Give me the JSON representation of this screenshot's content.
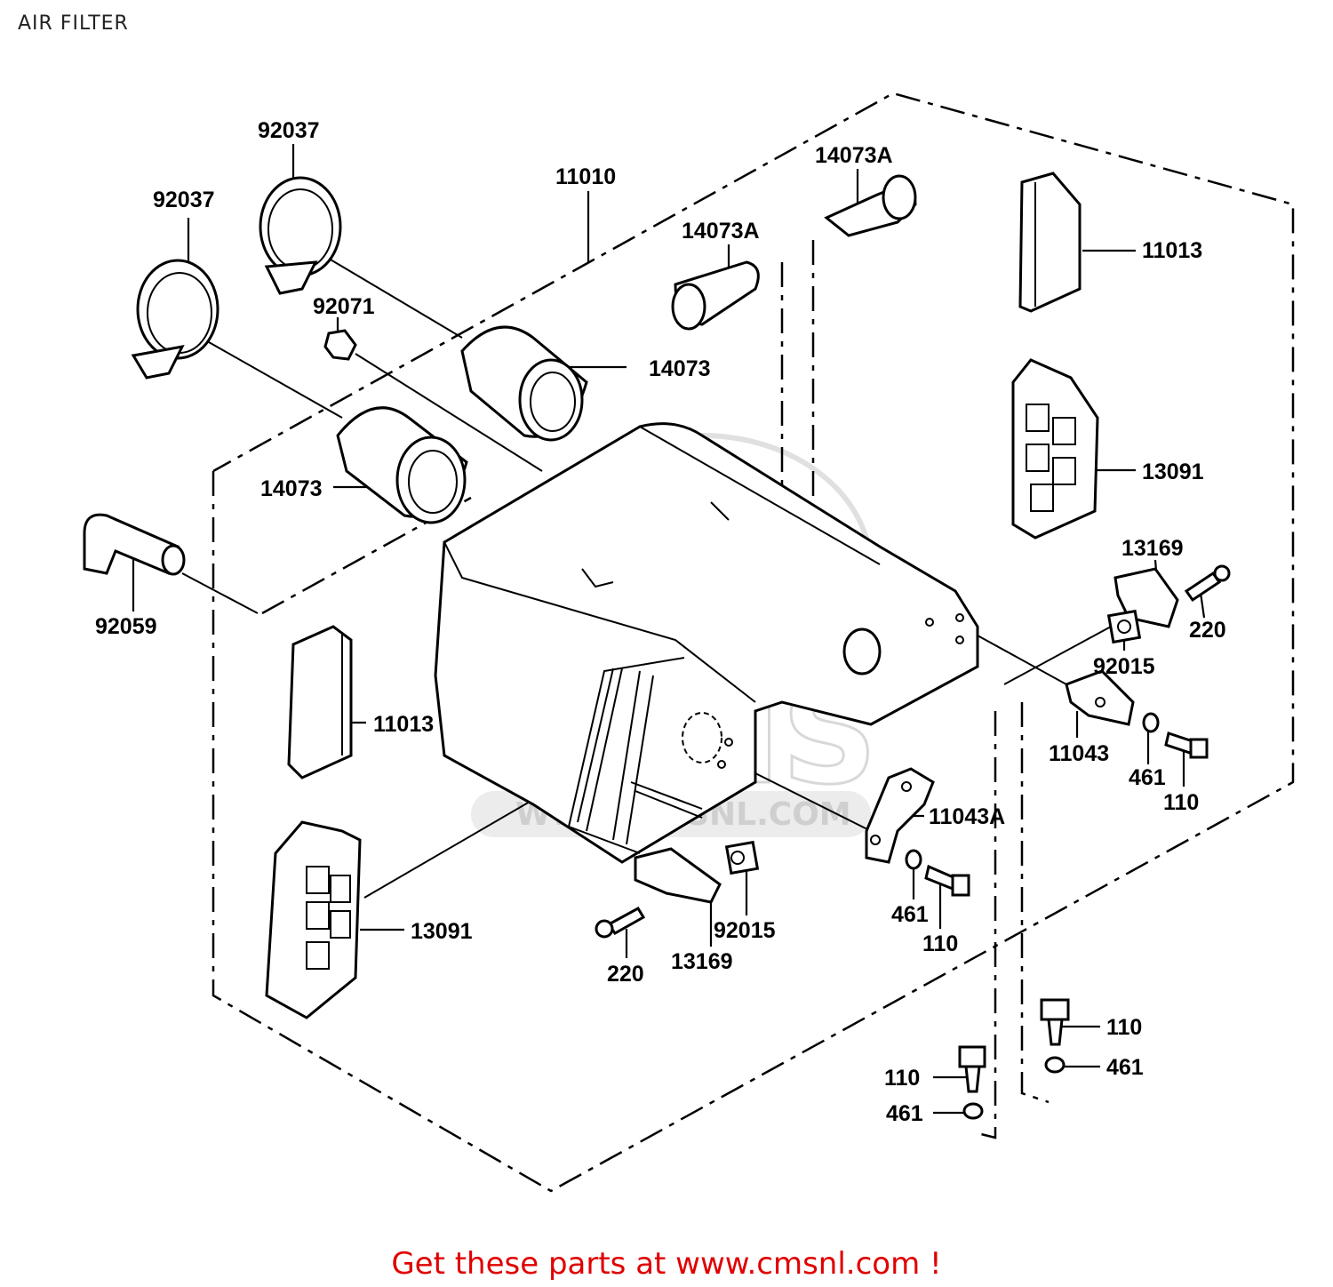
{
  "page": {
    "title": "AIR FILTER"
  },
  "labels": {
    "l92037a": "92037",
    "l92037b": "92037",
    "l11010": "11010",
    "l14073Aa": "14073A",
    "l14073Ab": "14073A",
    "l11013a": "11013",
    "l92071": "92071",
    "l14073a": "14073",
    "l14073b": "14073",
    "l13091a": "13091",
    "l13169a": "13169",
    "l220a": "220",
    "l92059": "92059",
    "l92015a": "92015",
    "l11013b": "11013",
    "l11043": "11043",
    "l461a": "461",
    "l110a": "110",
    "l11043A": "11043A",
    "l461b": "461",
    "l110b": "110",
    "l13091b": "13091",
    "l92015b": "92015",
    "l220b": "220",
    "l13169b": "13169",
    "l110c": "110",
    "l461c": "461",
    "l110d": "110",
    "l461d": "461"
  },
  "watermark": {
    "text": "CMS",
    "url": "WWW.CMSNL.COM"
  },
  "footer": {
    "cta": "Get these parts at www.cmsnl.com !"
  },
  "colors": {
    "cta": "#e00000",
    "watermark": "#d8d8d8",
    "ink": "#000000"
  }
}
